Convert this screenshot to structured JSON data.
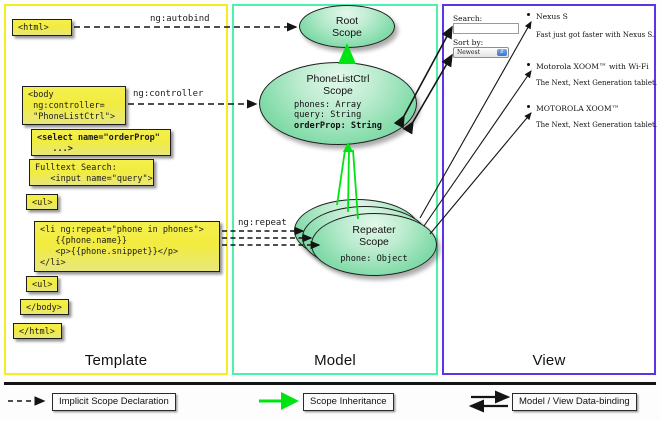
{
  "columns": {
    "template": {
      "label": "Template",
      "border_color": "#f2ee22"
    },
    "model": {
      "label": "Model",
      "border_color": "#4ef0ad"
    },
    "view": {
      "label": "View",
      "border_color": "#5b34e6"
    }
  },
  "template_boxes": [
    {
      "id": "html-open",
      "text": "<html>"
    },
    {
      "id": "body-open",
      "text": "<body\n ng:controller=\n \"PhoneListCtrl\">"
    },
    {
      "id": "select",
      "text": "<select name=\"orderProp\"\n   ...>"
    },
    {
      "id": "fulltext",
      "text": "Fulltext Search:\n   <input name=\"query\">"
    },
    {
      "id": "ul-open",
      "text": "<ul>"
    },
    {
      "id": "li-repeat",
      "text": "<li ng:repeat=\"phone in phones\">\n   {{phone.name}}\n   <p>{{phone.snippet}}</p>\n</li>"
    },
    {
      "id": "ul-close",
      "text": "<ul>"
    },
    {
      "id": "body-close",
      "text": "</body>"
    },
    {
      "id": "html-close",
      "text": "</html>"
    }
  ],
  "connector_labels": {
    "autobind": "ng:autobind",
    "controller": "ng:controller",
    "repeat": "ng:repeat"
  },
  "scopes": [
    {
      "id": "root",
      "title": "Root\nScope",
      "title_line1": "Root",
      "title_line2": "Scope",
      "props": []
    },
    {
      "id": "phonelistctrl",
      "title_line1": "PhoneListCtrl",
      "title_line2": "Scope",
      "props": [
        {
          "text": "phones: Array",
          "bold": false
        },
        {
          "text": "query: String",
          "bold": false
        },
        {
          "text": "orderProp: String",
          "bold": true
        }
      ]
    },
    {
      "id": "repeater",
      "title_line1": "Repeater",
      "title_line2": "Scope",
      "props": [
        {
          "text": "phone: Object",
          "bold": false
        }
      ]
    }
  ],
  "view": {
    "search_label": "Search:",
    "search_value": "",
    "sort_label": "Sort by:",
    "sort_value": "Newest",
    "phones": [
      {
        "name": "Nexus S",
        "snippet": "Fast just got faster with Nexus S."
      },
      {
        "name": "Motorola XOOM™ with Wi-Fi",
        "snippet": "The Next, Next Generation tablet."
      },
      {
        "name": "MOTOROLA XOOM™",
        "snippet": "The Next, Next Generation tablet."
      }
    ]
  },
  "legend": [
    {
      "id": "implicit",
      "label": "Implicit Scope Declaration",
      "style": "dashed-black"
    },
    {
      "id": "inheritance",
      "label": "Scope Inheritance",
      "style": "solid-green"
    },
    {
      "id": "databinding",
      "label": "Model / View Data-binding",
      "style": "double-black"
    }
  ],
  "colors": {
    "green_arrow": "#00e413",
    "scope_fill": "#86dcab",
    "yellow_box": "#f2ec3f",
    "black": "#111111"
  }
}
